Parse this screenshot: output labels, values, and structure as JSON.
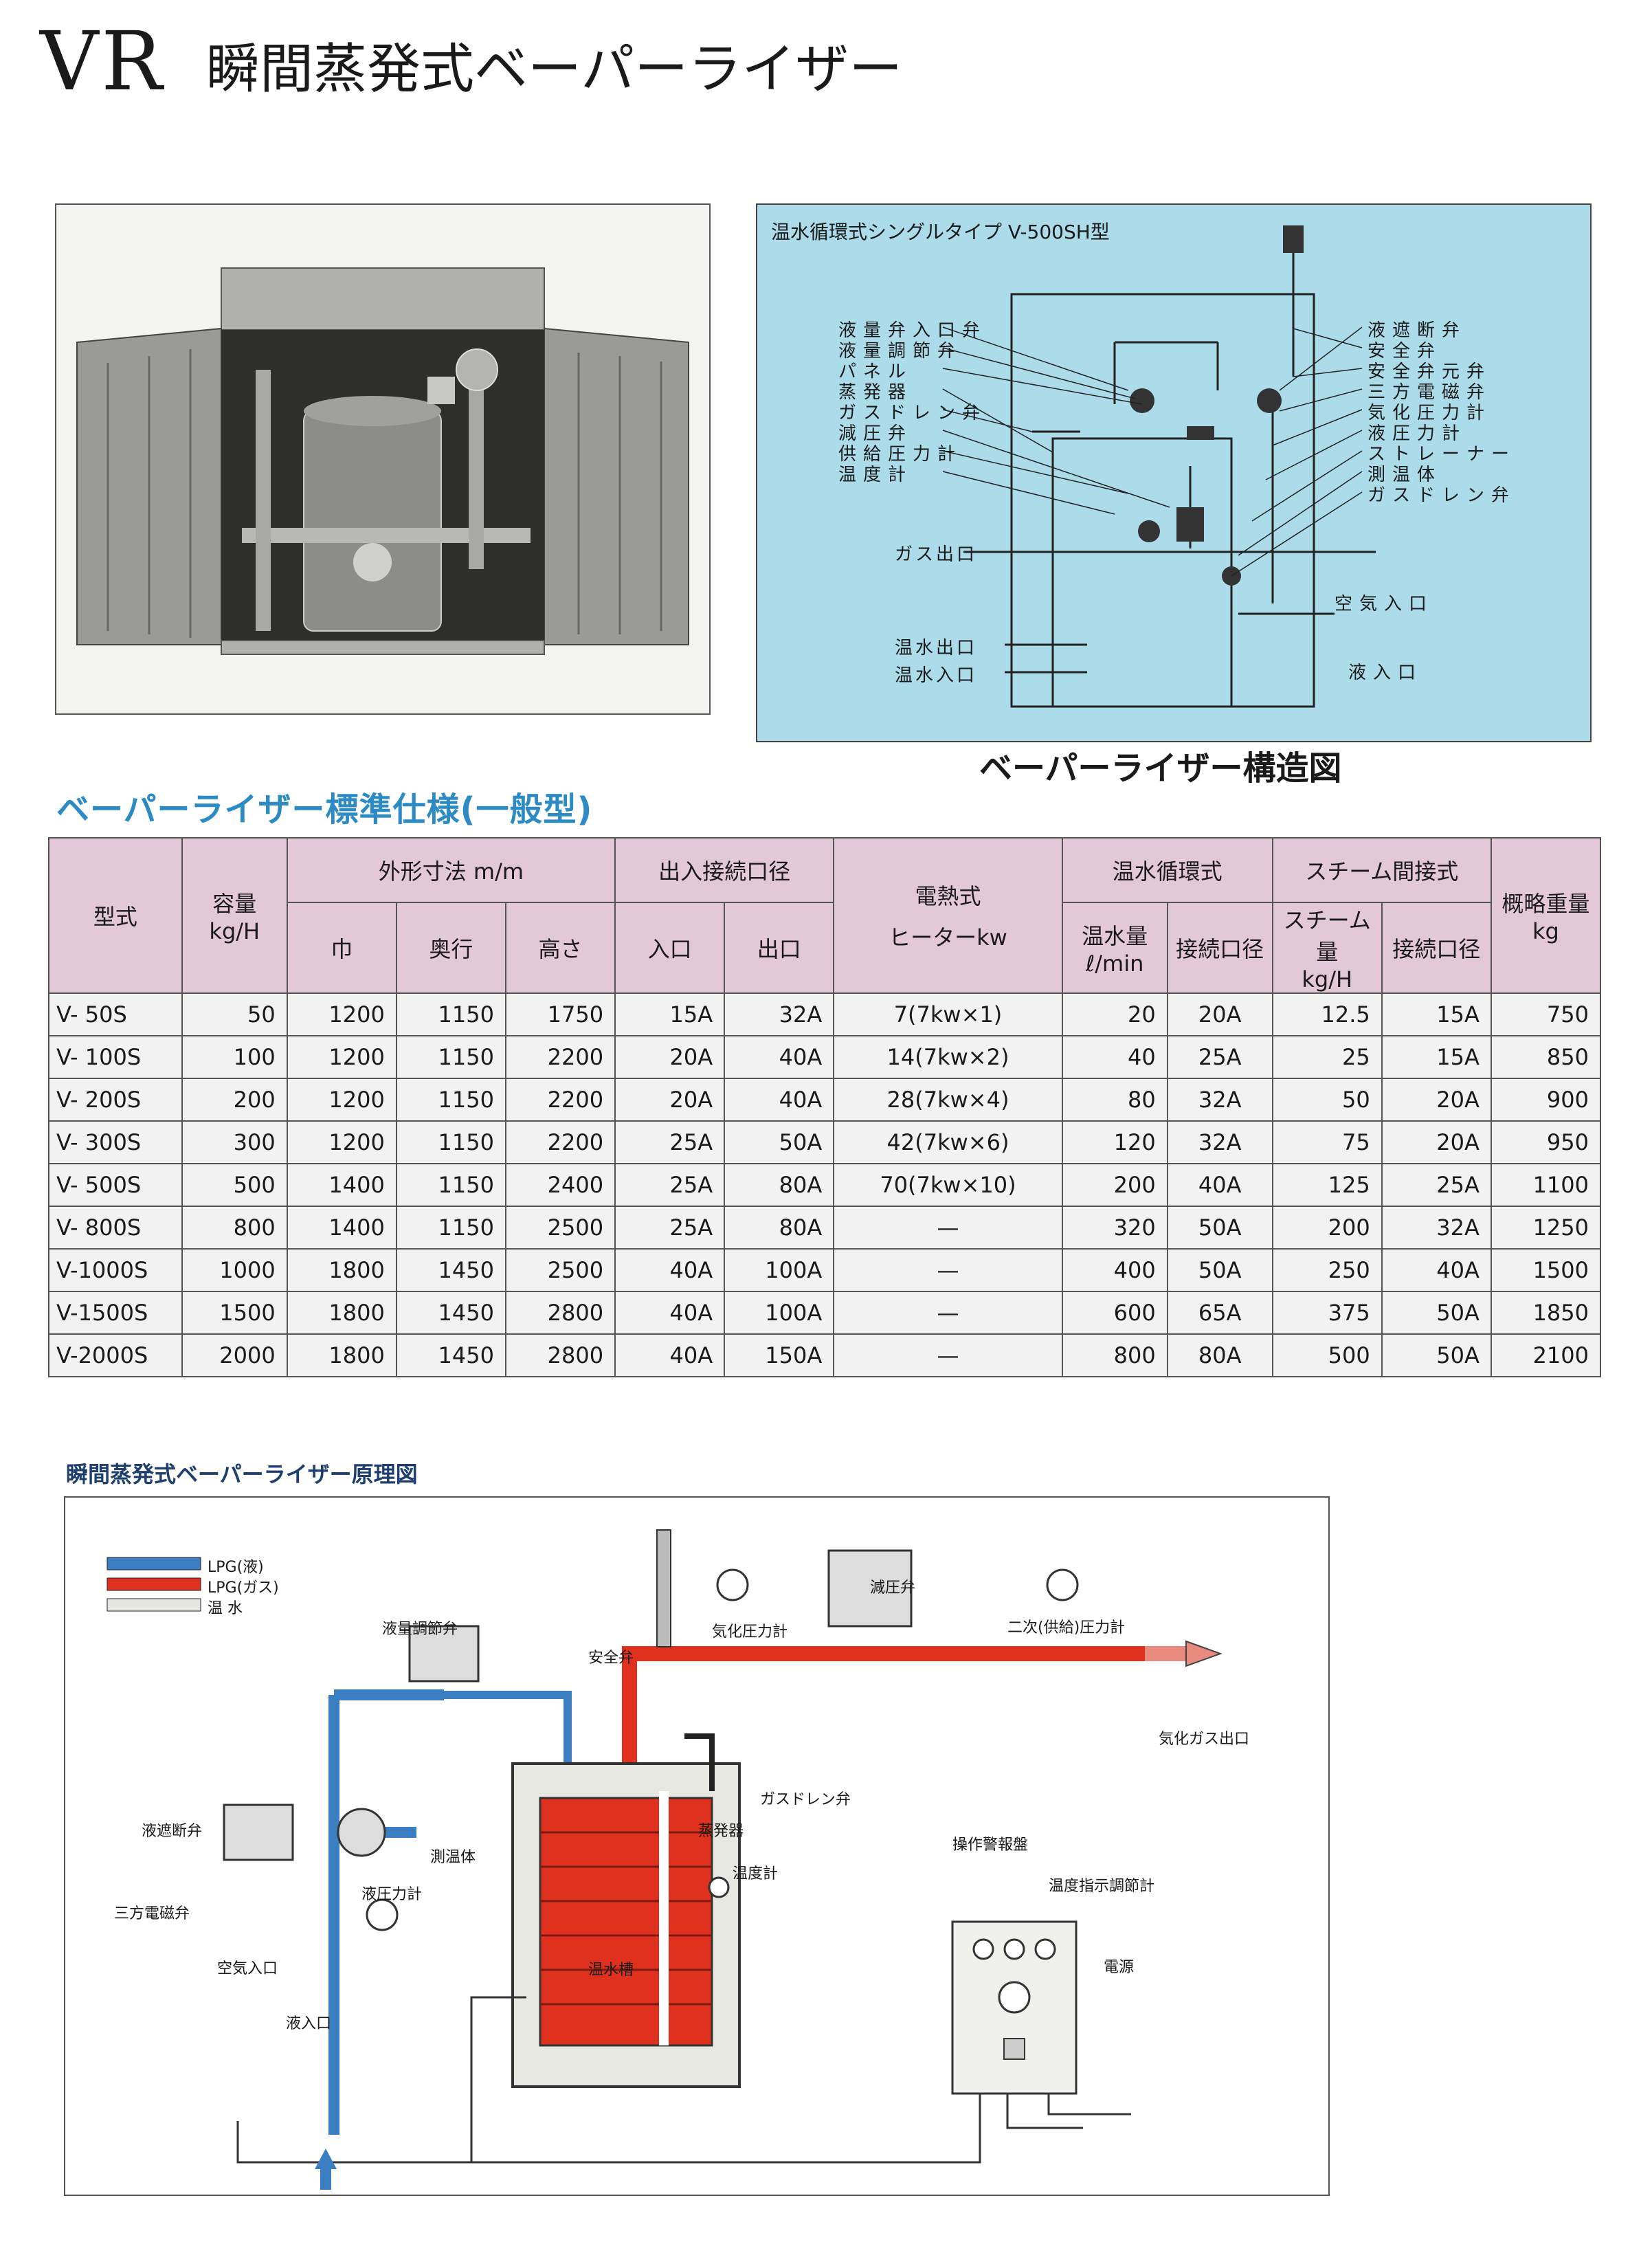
{
  "header": {
    "code": "VR",
    "title": "瞬間蒸発式ベーパーライザー"
  },
  "structure": {
    "title": "温水循環式シングルタイプ V-500SH型",
    "caption": "ベーパーライザー構造図",
    "left_labels": [
      "液量弁入口弁",
      "液量調節弁",
      "パネル",
      "蒸発器",
      "ガスドレン弁",
      "減圧弁",
      "供給圧力計",
      "温度計"
    ],
    "right_labels": [
      "液遮断弁",
      "安全弁",
      "安全弁元弁",
      "三方電磁弁",
      "気化圧力計",
      "液圧力計",
      "ストレーナー",
      "測温体",
      "ガスドレン弁"
    ],
    "gas_out": "ガス出口",
    "air_in": "空気入口",
    "water_out": "温水出口",
    "water_in": "温水入口",
    "liquid_in": "液入口"
  },
  "spec": {
    "heading": "ベーパーライザー標準仕様(一般型)",
    "headers": {
      "model": "型式",
      "capacity": "容量",
      "capacity_unit": "kg/H",
      "dims": "外形寸法",
      "dims_unit": "m/m",
      "width": "巾",
      "depth": "奥行",
      "height": "高さ",
      "ports": "出入接続口径",
      "inlet": "入口",
      "outlet": "出口",
      "electric": "電熱式",
      "heater": "ヒーターkw",
      "hot_water": "温水循環式",
      "water_amount": "温水量",
      "water_unit": "ℓ/min",
      "conn_dia": "接続口径",
      "steam": "スチーム間接式",
      "steam_amount": "スチーム量",
      "steam_unit": "kg/H",
      "steam_conn": "接続口径",
      "weight": "概略重量",
      "weight_unit": "kg"
    },
    "rows": [
      [
        "V- 50S",
        "50",
        "1200",
        "1150",
        "1750",
        "15A",
        "32A",
        "7(7kw×1)",
        "20",
        "20A",
        "12.5",
        "15A",
        "750"
      ],
      [
        "V- 100S",
        "100",
        "1200",
        "1150",
        "2200",
        "20A",
        "40A",
        "14(7kw×2)",
        "40",
        "25A",
        "25",
        "15A",
        "850"
      ],
      [
        "V- 200S",
        "200",
        "1200",
        "1150",
        "2200",
        "20A",
        "40A",
        "28(7kw×4)",
        "80",
        "32A",
        "50",
        "20A",
        "900"
      ],
      [
        "V- 300S",
        "300",
        "1200",
        "1150",
        "2200",
        "25A",
        "50A",
        "42(7kw×6)",
        "120",
        "32A",
        "75",
        "20A",
        "950"
      ],
      [
        "V- 500S",
        "500",
        "1400",
        "1150",
        "2400",
        "25A",
        "80A",
        "70(7kw×10)",
        "200",
        "40A",
        "125",
        "25A",
        "1100"
      ],
      [
        "V- 800S",
        "800",
        "1400",
        "1150",
        "2500",
        "25A",
        "80A",
        "—",
        "320",
        "50A",
        "200",
        "32A",
        "1250"
      ],
      [
        "V-1000S",
        "1000",
        "1800",
        "1450",
        "2500",
        "40A",
        "100A",
        "—",
        "400",
        "50A",
        "250",
        "40A",
        "1500"
      ],
      [
        "V-1500S",
        "1500",
        "1800",
        "1450",
        "2800",
        "40A",
        "100A",
        "—",
        "600",
        "65A",
        "375",
        "50A",
        "1850"
      ],
      [
        "V-2000S",
        "2000",
        "1800",
        "1450",
        "2800",
        "40A",
        "150A",
        "—",
        "800",
        "80A",
        "500",
        "50A",
        "2100"
      ]
    ]
  },
  "principle": {
    "title": "瞬間蒸発式ベーパーライザー原理図",
    "legend": [
      "LPG(液)",
      "LPG(ガス)",
      "温 水"
    ],
    "labels": {
      "level_valve": "液量調節弁",
      "safety_valve": "安全弁",
      "vapor_gauge": "気化圧力計",
      "reducer": "減圧弁",
      "secondary_gauge": "二次(供給)圧力計",
      "gas_outlet": "気化ガス出口",
      "drain": "ガスドレン弁",
      "evaporator": "蒸発器",
      "thermometer": "温度計",
      "sensor": "測温体",
      "shutoff": "液遮断弁",
      "liquid_gauge": "液圧力計",
      "solenoid": "三方電磁弁",
      "air_inlet": "空気入口",
      "liquid_inlet": "液入口",
      "water_tank": "温水槽",
      "control_panel": "操作警報盤",
      "temp_controller": "温度指示調節計",
      "power": "電源"
    }
  },
  "colors": {
    "liquid": "#3b7fc2",
    "gas": "#e0301e",
    "diagram_bg": "#acdcea",
    "table_header": "#e3c8d8",
    "heading_blue": "#2c8ac4"
  }
}
